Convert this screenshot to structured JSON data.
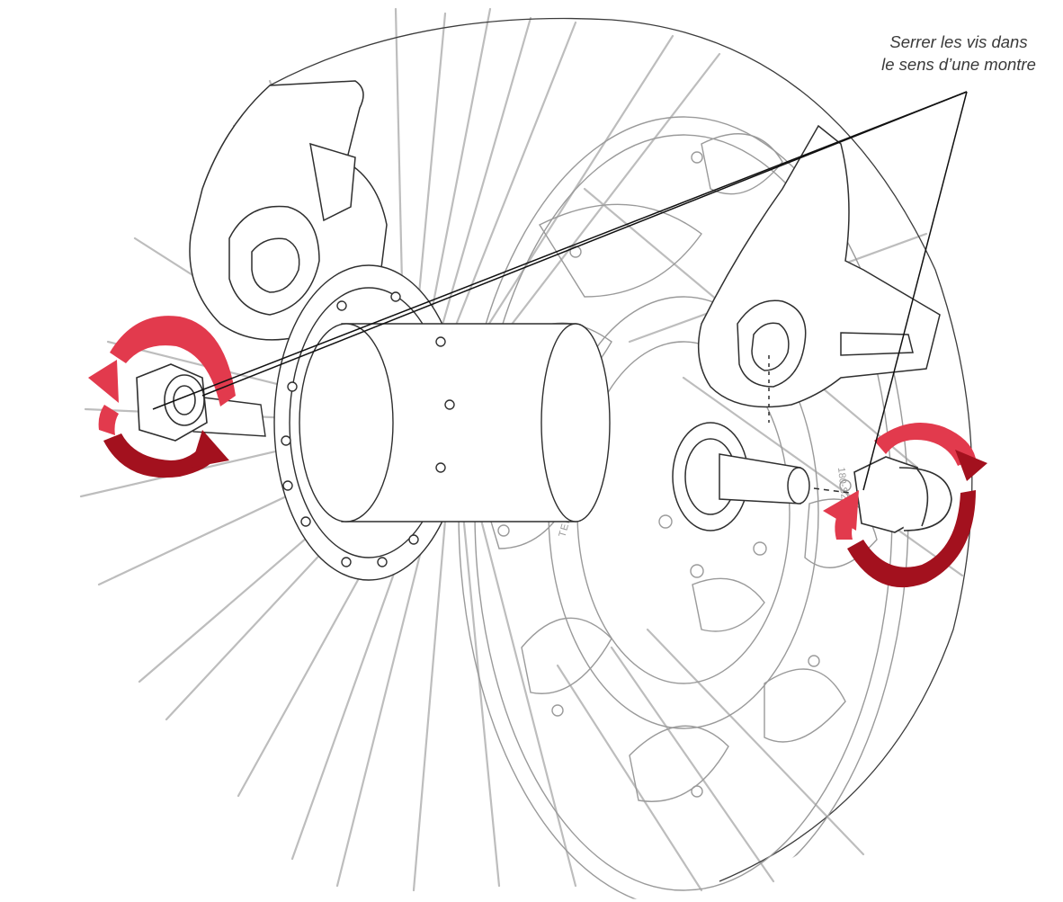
{
  "callout": {
    "lines": [
      "Serrer les vis dans",
      "le sens d’une montre"
    ]
  },
  "rotor_marks": {
    "brand": "TEKTRO",
    "size": "180-S2"
  },
  "colors": {
    "arrow_light": "#e23a4d",
    "arrow_dark": "#a3111e",
    "line_art": "#4a4a4a",
    "leader": "#111111"
  },
  "icons": {
    "left_nut": "counterclockwise-rotation-arrow-icon",
    "right_nut": "clockwise-rotation-arrow-icon"
  }
}
